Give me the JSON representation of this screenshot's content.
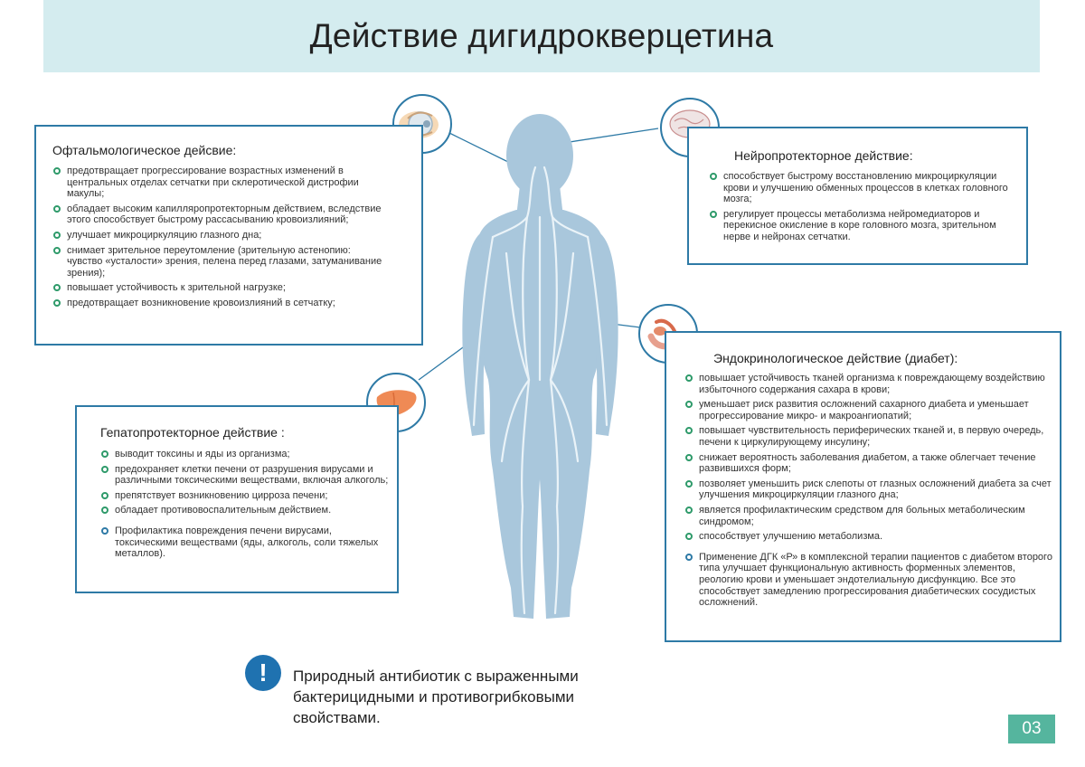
{
  "title": "Действие дигидрокверцетина",
  "colors": {
    "frame": "#2e7aa6",
    "title_band": "#d4ecef",
    "bullet_green": "#2e9a6a",
    "body_silhouette": "#a9c7dc",
    "page_badge": "#55b59e",
    "alert_icon": "#1f72b0"
  },
  "ophthalmology": {
    "heading": "Офтальмологическое дейсвие:",
    "icon": "eye-icon",
    "items": [
      "предотвращает прогрессирование возрастных изменений в центральных отделах сетчатки при склеротической дистрофии макулы;",
      "обладает высоким капилляропротекторным действием, вследствие этого способствует быстрому рассасыванию кровоизлияний;",
      "улучшает микроциркуляцию глазного дна;",
      "снимает зрительное переутомление (зрительную астенопию: чувство «усталости» зрения, пелена перед глазами, затуманивание зрения);",
      "повышает устойчивость к зрительной нагрузке;",
      "предотвращает возникновение кровоизлияний в сетчатку;"
    ]
  },
  "neuroprotection": {
    "heading": "Нейропротекторное действие:",
    "icon": "brain-icon",
    "items": [
      "способствует быстрому восстановлению микроциркуляции крови и улучшению обменных процессов в клетках головного мозга;",
      "регулирует процессы метаболизма нейромедиаторов и перекисное окисление в коре головного мозга, зрительном нерве и нейронах сетчатки."
    ]
  },
  "hepatoprotection": {
    "heading": "Гепатопротекторное действие :",
    "icon": "liver-icon",
    "items": [
      "выводит токсины и яды из организма;",
      "предохраняет клетки печени от разрушения вирусами и различными токсическими веществами, включая алкоголь;",
      "препятствует возникновению цирроза печени;",
      "обладает противовоспалительным действием."
    ],
    "extra": "Профилактика повреждения печени вирусами, токсическими веществами (яды, алкоголь, соли тяжелых металлов)."
  },
  "endocrinology": {
    "heading": "Эндокринологическое действие (диабет):",
    "icon": "pancreas-icon",
    "items": [
      "повышает устойчивость тканей организма к повреждающему воздействию избыточного содержания сахара в крови;",
      "уменьшает риск развития осложнений сахарного диабета и уменьшает прогрессирование микро- и макроангиопатий;",
      "повышает чувствительность периферических тканей и, в первую очередь, печени к циркулирующему инсулину;",
      "снижает вероятность заболевания диабетом, а также облегчает течение развившихся форм;",
      "позволяет уменьшить риск слепоты от глазных осложнений диабета за счет улучшения микроциркуляции глазного дна;",
      "является профилактическим средством для больных метаболическим синдромом;",
      "способствует улучшению метаболизма."
    ],
    "extra": "Применение ДГК «Р» в комплексной терапии пациентов с диабетом второго типа улучшает функциональную активность форменных элементов, реологию крови и уменьшает эндотелиальную дисфункцию. Все это способствует замедлению прогрессирования диабетических сосудистых осложнений."
  },
  "note": {
    "icon": "exclamation-icon",
    "symbol": "!",
    "text": "Природный антибиотик с выраженными бактерицидными и противогрибковыми свойствами."
  },
  "page_number": "03"
}
